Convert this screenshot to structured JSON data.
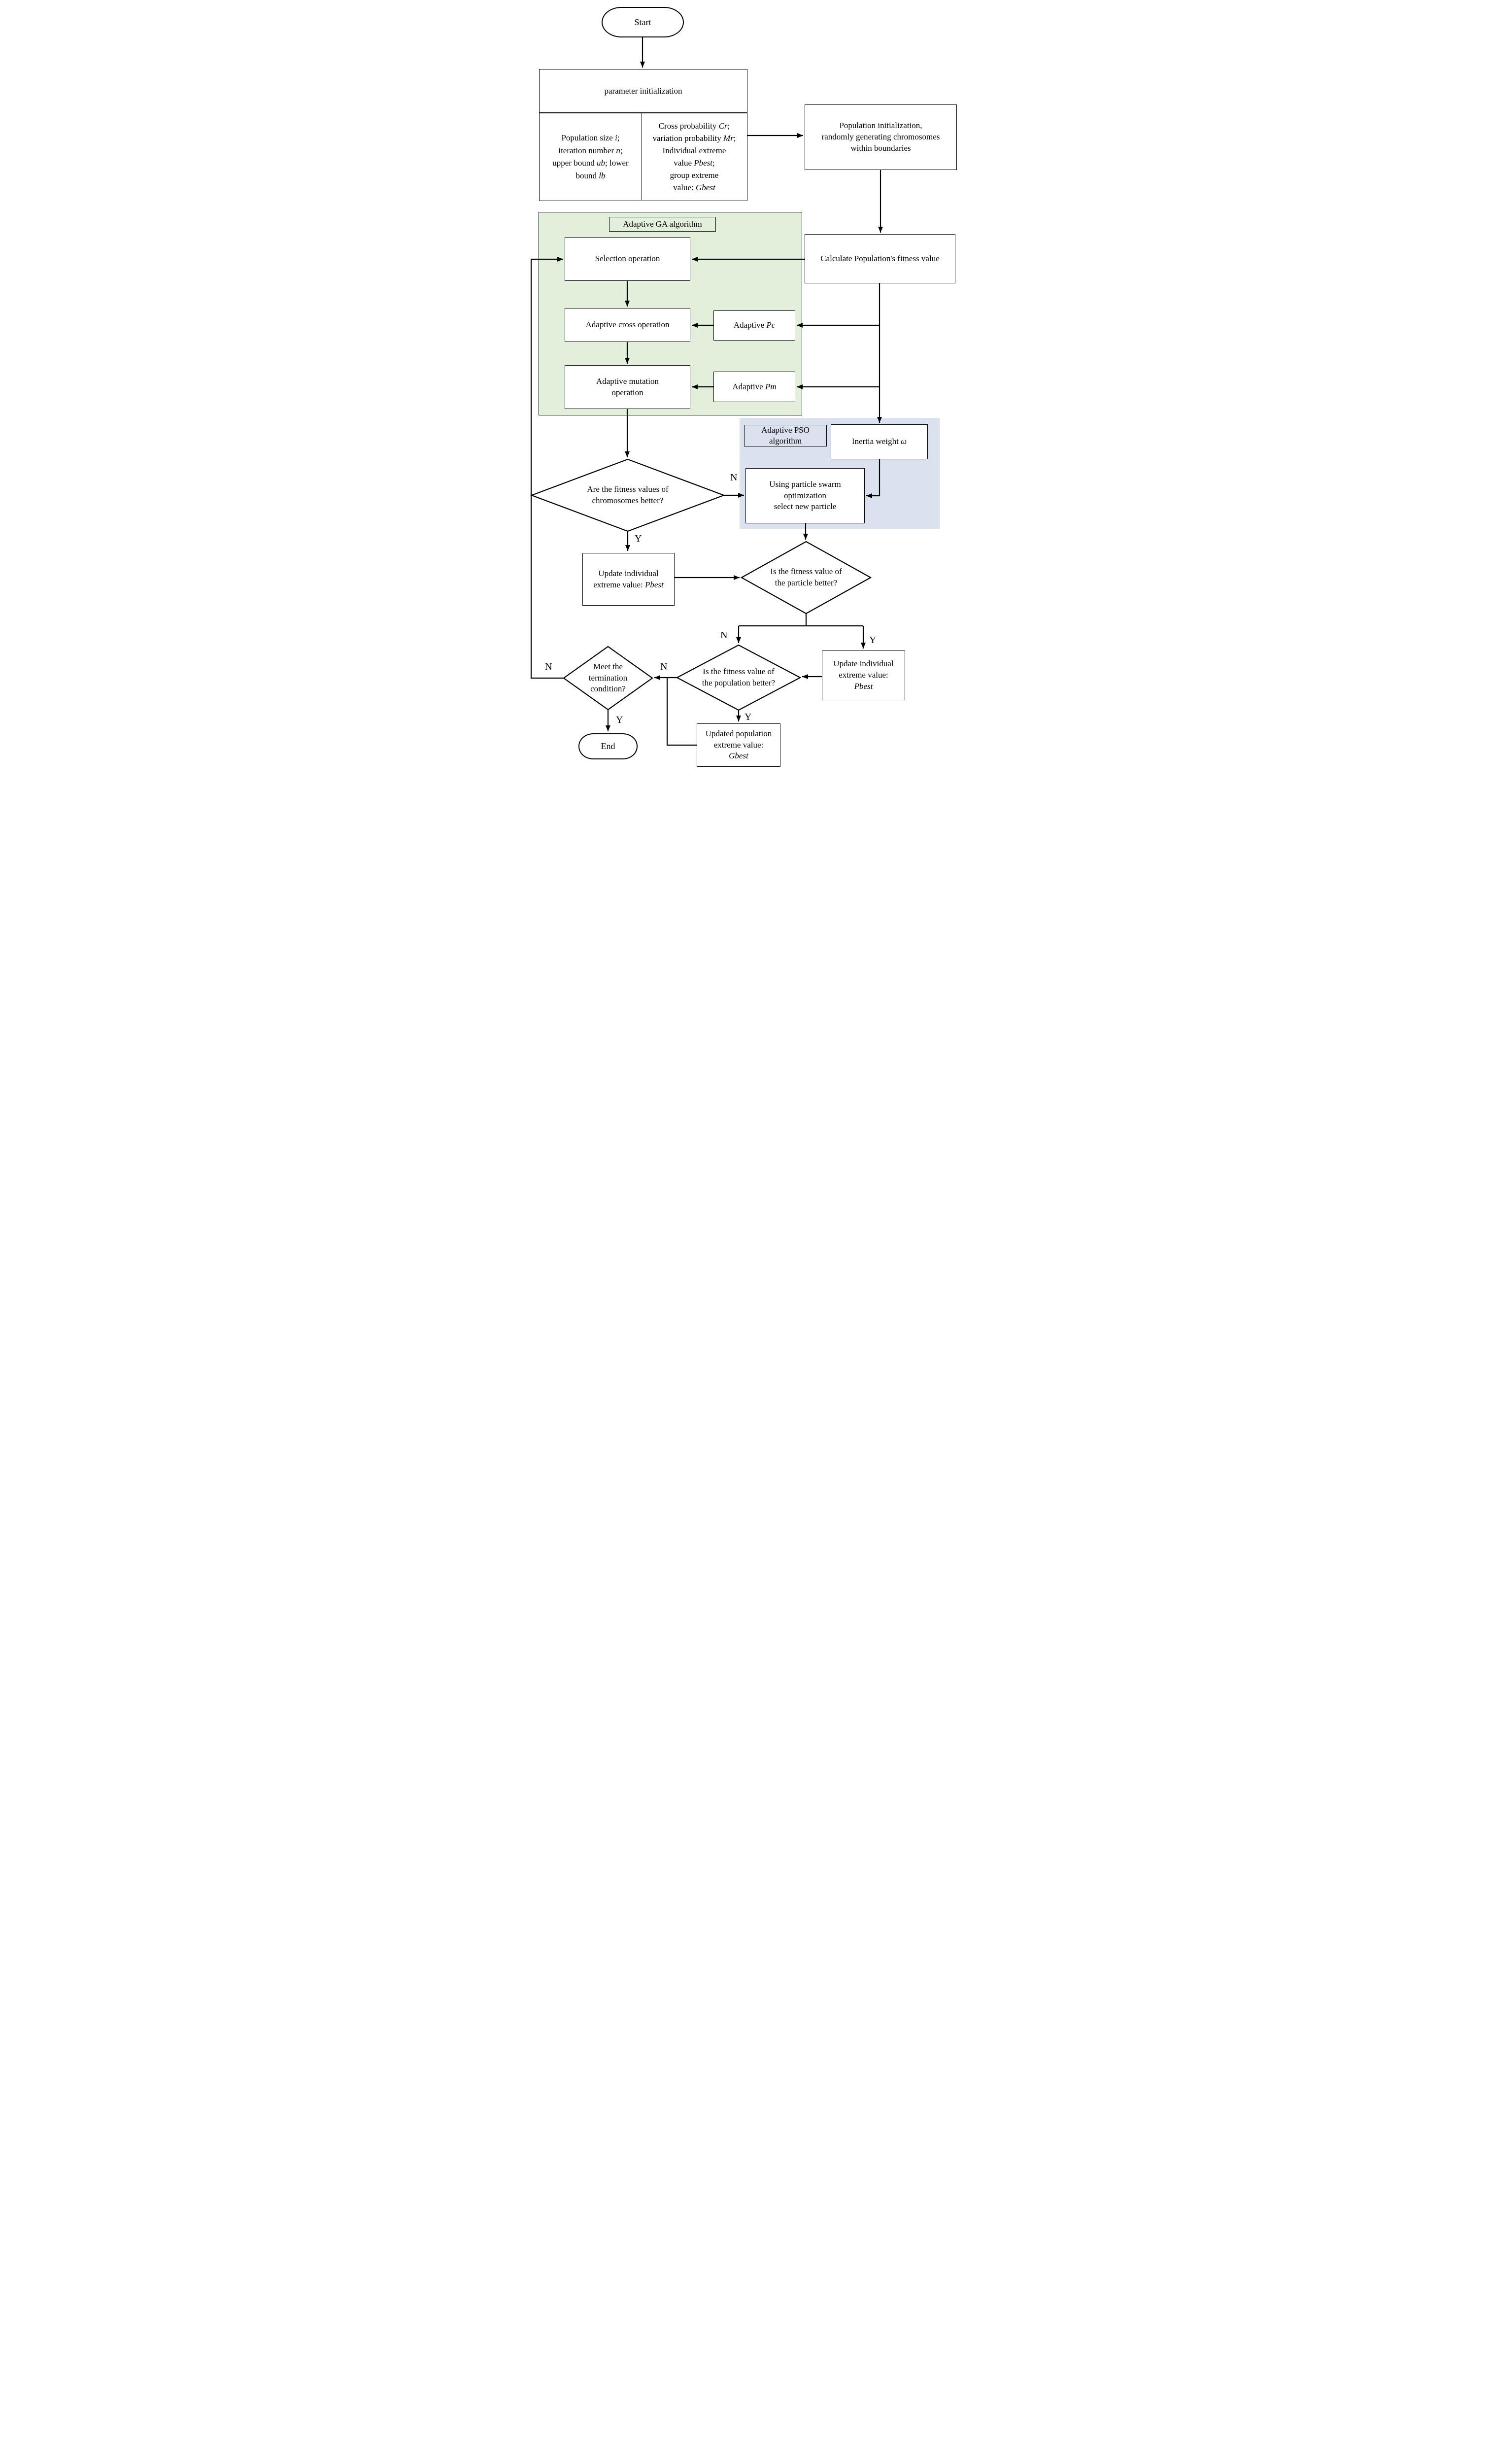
{
  "colors": {
    "ga_region_fill": "#e2efda",
    "pso_region_fill": "#dae2f0",
    "line_color": "#000000"
  },
  "nodes": {
    "start": {
      "label": "Start"
    },
    "param_header": {
      "label": "parameter initialization"
    },
    "param_left": {
      "l1a": "Population size ",
      "l1b": "i",
      "l1c": ";",
      "l2a": "iteration number ",
      "l2b": "n",
      "l2c": ";",
      "l3a": "upper bound ",
      "l3b": "ub",
      "l3c": ";  lower",
      "l4a": "bound ",
      "l4b": "lb"
    },
    "param_right": {
      "l1a": "Cross probability ",
      "l1b": "Cr",
      "l1c": ";",
      "l2a": "variation probability ",
      "l2b": "Mr",
      "l2c": ";",
      "l3": "Individual extreme",
      "l4a": "value ",
      "l4b": "Pbest",
      "l4c": ";",
      "l5": "group extreme",
      "l6a": "value: ",
      "l6b": "Gbest"
    },
    "pop_init": {
      "l1": "Population initialization,",
      "l2": "randomly generating chromosomes",
      "l3": "within boundaries"
    },
    "ga_label": {
      "label": "Adaptive GA algorithm"
    },
    "selection": {
      "label": "Selection operation"
    },
    "calc": {
      "label": "Calculate Population's fitness value"
    },
    "cross": {
      "label": "Adaptive cross operation"
    },
    "pc": {
      "a": "Adaptive ",
      "b": "Pc"
    },
    "mutation": {
      "l1": "Adaptive mutation",
      "l2": "operation"
    },
    "pm": {
      "a": "Adaptive ",
      "b": "Pm"
    },
    "pso_label": {
      "l1": "Adaptive PSO",
      "l2": "algorithm"
    },
    "inertia": {
      "a": "Inertia weight  ",
      "b": "ω"
    },
    "using": {
      "l1": "Using particle swarm",
      "l2": "optimization",
      "l3": "select new particle"
    },
    "d_chromosomes": {
      "l1": "Are the fitness values of",
      "l2": "chromosomes better?"
    },
    "pbest_left": {
      "l1": "Update individual",
      "l2a": "extreme value: ",
      "l2b": "Pbest"
    },
    "d_particle": {
      "l1": "Is the fitness value of",
      "l2": "the particle better?"
    },
    "pbest_right": {
      "l1": "Update individual",
      "l2": "extreme value:",
      "l3": "Pbest"
    },
    "d_population": {
      "l1": "Is the fitness value of",
      "l2": "the population better?"
    },
    "d_termination": {
      "l1": "Meet the",
      "l2": "termination",
      "l3": "condition?"
    },
    "gbest": {
      "l1": "Updated population",
      "l2": "extreme value:",
      "l3": "Gbest"
    },
    "end": {
      "label": "End"
    }
  },
  "branch_labels": {
    "d1_no": "N",
    "d1_yes": "Y",
    "d2_no": "N",
    "d2_yes": "Y",
    "d3_no": "N",
    "d3_yes": "Y",
    "d4_no": "N",
    "d4_yes": "Y"
  }
}
